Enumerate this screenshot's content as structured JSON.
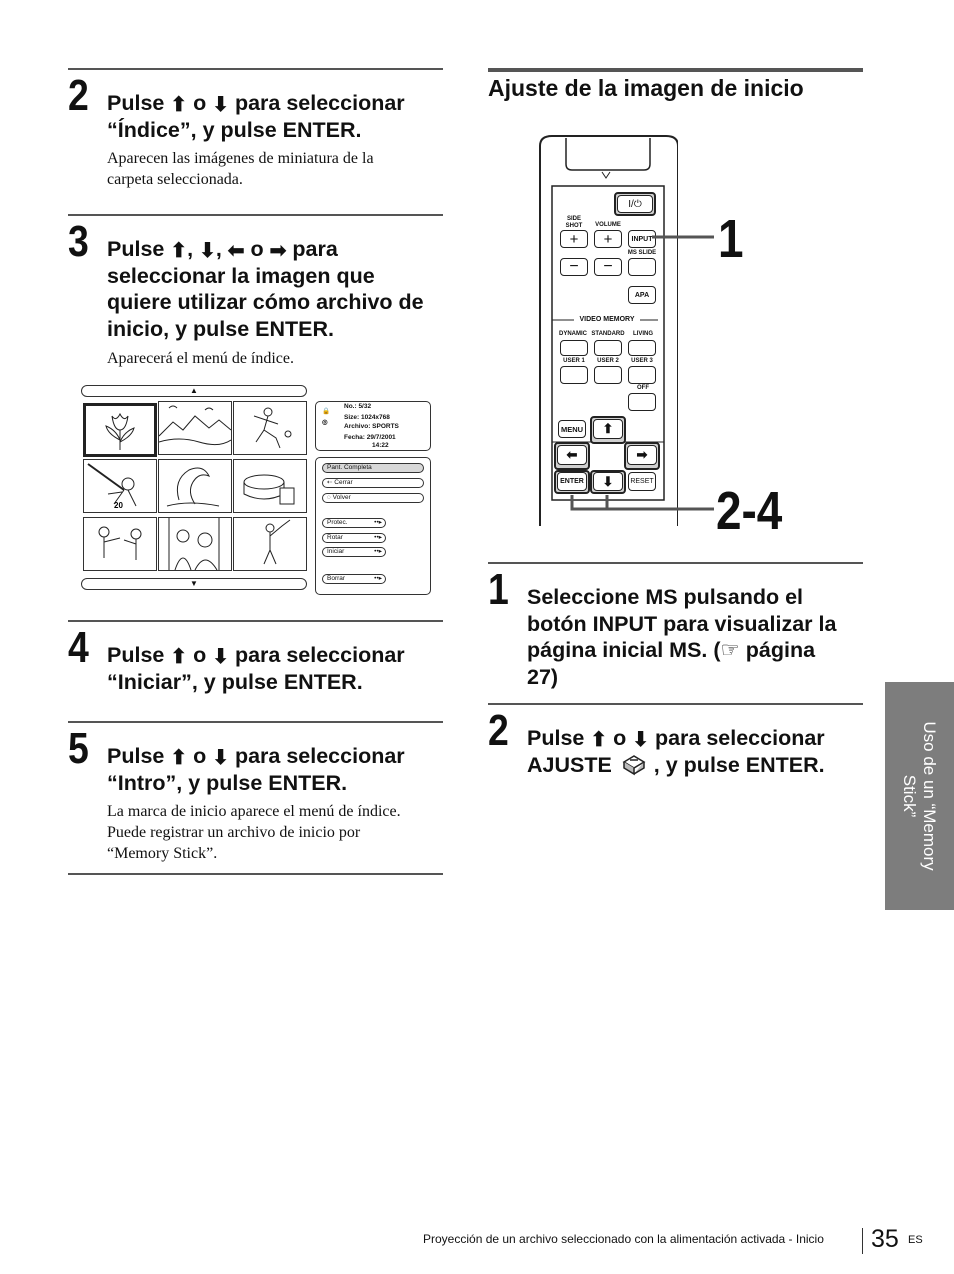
{
  "left_column": {
    "step2": {
      "num": "2",
      "line1_a": "Pulse ",
      "line1_b": " o ",
      "line1_c": " para seleccionar",
      "line2": "“Índice”, y pulse ENTER.",
      "desc_line1": "Aparecen las imágenes de miniatura de la",
      "desc_line2": "carpeta seleccionada."
    },
    "step3": {
      "num": "3",
      "line1_a": "Pulse ",
      "line1_sep1": ", ",
      "line1_sep2": ", ",
      "line1_o": " o ",
      "line1_end": " para",
      "line2": "seleccionar la imagen que",
      "line3": "quiere utilizar cómo archivo de",
      "line4": "inicio, y pulse ENTER.",
      "desc": "Aparecerá el menú de índice."
    },
    "step4": {
      "num": "4",
      "line1_a": "Pulse ",
      "line1_b": " o ",
      "line1_c": " para seleccionar",
      "line2": "“Iniciar”, y pulse ENTER."
    },
    "step5": {
      "num": "5",
      "line1_a": "Pulse ",
      "line1_b": " o ",
      "line1_c": " para seleccionar",
      "line2": "“Intro”, y pulse ENTER.",
      "desc_line1": "La marca de inicio aparece el menú de índice.",
      "desc_line2": "Puede registrar un archivo de inicio por",
      "desc_line3": "“Memory Stick”."
    }
  },
  "index_screen": {
    "info": {
      "no": "No.:   5/32",
      "size": "Size: 1024x768",
      "archivo": "Archivo: SPORTS",
      "fecha": "Fecha: 29/7/2001",
      "hora": "14:22"
    },
    "menu": {
      "pant_completa": "Pant. Completa",
      "cerrar": "Cerrar",
      "volver": "Volver",
      "protec": "Protec.",
      "rotar": "Rotar",
      "iniciar": "Iniciar",
      "borrar": "Borrar"
    }
  },
  "right_column": {
    "heading": "Ajuste de la imagen de inicio",
    "remote": {
      "side_shot": "SIDE\nSHOT",
      "volume": "VOLUME",
      "input": "INPUT",
      "ms_slide": "MS SLIDE",
      "apa": "APA",
      "video_memory": "VIDEO MEMORY",
      "dynamic": "DYNAMIC",
      "standard": "STANDARD",
      "living": "LIVING",
      "user1": "USER 1",
      "user2": "USER 2",
      "user3": "USER 3",
      "off": "OFF",
      "menu": "MENU",
      "enter": "ENTER",
      "reset": "RESET",
      "power": "I/⏻",
      "callout_1": "1",
      "callout_2_4": "2-4"
    },
    "step1": {
      "num": "1",
      "line1": "Seleccione MS pulsando el",
      "line2": "botón INPUT para visualizar la",
      "line3_a": "página inicial MS. (",
      "line3_icon": "☞",
      "line3_b": " página",
      "line4": "27)"
    },
    "step2": {
      "num": "2",
      "line1_a": "Pulse ",
      "line1_b": " o ",
      "line1_c": " para seleccionar",
      "line2_a": "AJUSTE ",
      "line2_b": " , y pulse ENTER."
    }
  },
  "side_tab": {
    "text_line1": "Uso de un “Memory",
    "text_line2": "Stick”"
  },
  "footer": {
    "caption": "Proyección de un archivo seleccionado con la alimentación activada - Inicio",
    "page_number": "35",
    "lang": "ES"
  }
}
